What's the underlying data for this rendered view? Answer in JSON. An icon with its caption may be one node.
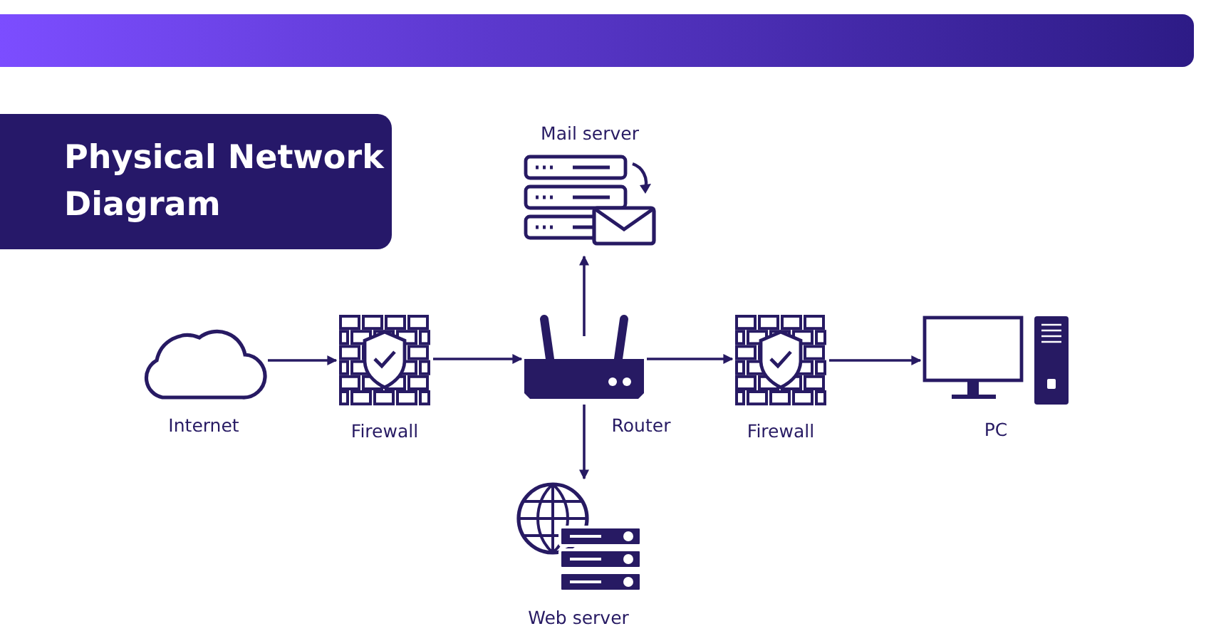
{
  "diagram": {
    "title": "Physical Network Diagram",
    "nodes": [
      {
        "text": [
          "Mail server"
        ]
      },
      {
        "text": [
          "Internet"
        ]
      },
      {
        "text": [
          "Firewall"
        ]
      },
      {
        "text": [
          "Router"
        ]
      },
      {
        "text": [
          "Firewall"
        ]
      },
      {
        "text": [
          "PC"
        ]
      },
      {
        "text": [
          "Web server"
        ]
      }
    ],
    "edges": [
      {
        "from": 1,
        "to": 2,
        "arrow": "to"
      },
      {
        "from": 2,
        "to": 3,
        "arrow": "to"
      },
      {
        "from": 3,
        "to": 4,
        "arrow": "to"
      },
      {
        "from": 4,
        "to": 5,
        "arrow": "to"
      },
      {
        "from": 3,
        "to": 0,
        "arrow": "to"
      },
      {
        "from": 3,
        "to": 6,
        "arrow": "to"
      }
    ]
  }
}
